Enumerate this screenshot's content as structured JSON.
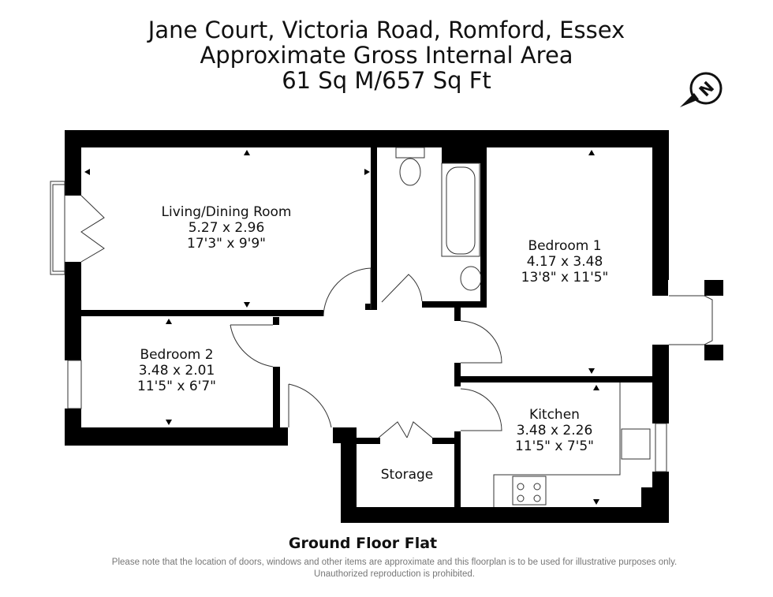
{
  "header": {
    "address": "Jane Court, Victoria Road, Romford, Essex",
    "area_label": "Approximate Gross Internal Area",
    "area_value": "61 Sq M/657 Sq Ft"
  },
  "compass": {
    "letter": "N",
    "icon": "north-arrow-icon"
  },
  "rooms": [
    {
      "name": "Living/Dining Room",
      "metric": "5.27 x 2.96",
      "imperial": "17'3\" x 9'9\""
    },
    {
      "name": "Bedroom 2",
      "metric": "3.48 x 2.01",
      "imperial": "11'5\" x 6'7\""
    },
    {
      "name": "Bedroom 1",
      "metric": "4.17 x 3.48",
      "imperial": "13'8\" x 11'5\""
    },
    {
      "name": "Kitchen",
      "metric": "3.48 x 2.26",
      "imperial": "11'5\" x 7'5\""
    },
    {
      "name": "Storage"
    }
  ],
  "floor_label": "Ground Floor Flat",
  "disclaimer": "Please note that the location of doors, windows and other items are approximate and this floorplan is to be used for illustrative purposes only. Unauthorized reproduction is prohibited."
}
